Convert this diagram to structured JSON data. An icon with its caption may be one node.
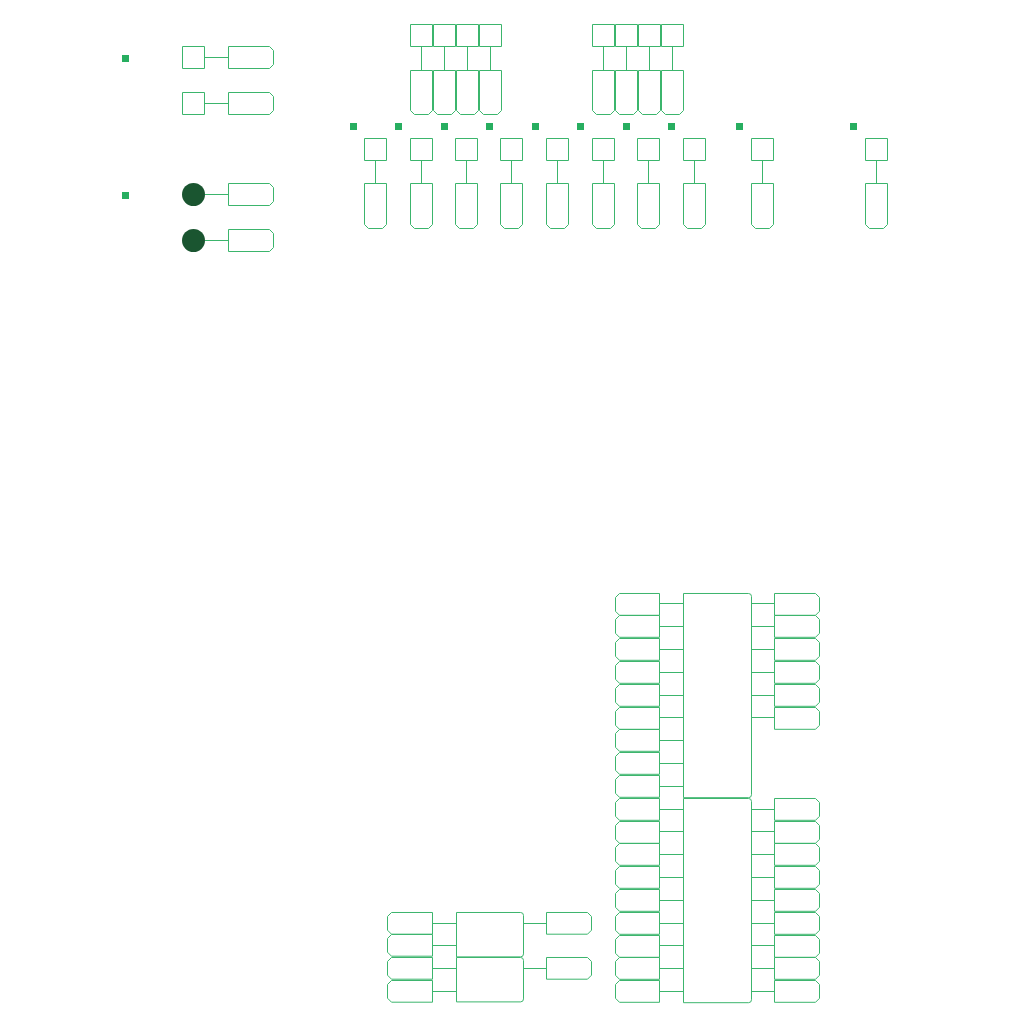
{
  "diagram": {
    "nodes": [
      {
        "text": [],
        "shape": "box"
      },
      {
        "text": [],
        "shape": "hexagon"
      },
      {
        "text": [],
        "shape": "box"
      },
      {
        "text": [],
        "shape": "hexagon"
      },
      {
        "text": [],
        "shape": "circle"
      },
      {
        "text": [],
        "shape": "hexagon"
      },
      {
        "text": [],
        "shape": "circle"
      },
      {
        "text": [],
        "shape": "hexagon"
      },
      {
        "text": [],
        "shape": "box"
      },
      {
        "text": [],
        "shape": "box"
      },
      {
        "text": [],
        "shape": "box"
      },
      {
        "text": [],
        "shape": "box"
      },
      {
        "text": [],
        "shape": "hexagon"
      },
      {
        "text": [],
        "shape": "hexagon"
      },
      {
        "text": [],
        "shape": "hexagon"
      },
      {
        "text": [],
        "shape": "hexagon"
      },
      {
        "text": [],
        "shape": "box"
      },
      {
        "text": [],
        "shape": "box"
      },
      {
        "text": [],
        "shape": "box"
      },
      {
        "text": [],
        "shape": "box"
      },
      {
        "text": [],
        "shape": "hexagon"
      },
      {
        "text": [],
        "shape": "hexagon"
      },
      {
        "text": [],
        "shape": "hexagon"
      },
      {
        "text": [],
        "shape": "hexagon"
      },
      {
        "text": [],
        "shape": "box"
      },
      {
        "text": [],
        "shape": "hexagon"
      },
      {
        "text": [],
        "shape": "box"
      },
      {
        "text": [],
        "shape": "hexagon"
      },
      {
        "text": [],
        "shape": "box"
      },
      {
        "text": [],
        "shape": "hexagon"
      },
      {
        "text": [],
        "shape": "box"
      },
      {
        "text": [],
        "shape": "hexagon"
      },
      {
        "text": [],
        "shape": "box"
      },
      {
        "text": [],
        "shape": "hexagon"
      },
      {
        "text": [],
        "shape": "box"
      },
      {
        "text": [],
        "shape": "hexagon"
      },
      {
        "text": [],
        "shape": "box"
      },
      {
        "text": [],
        "shape": "hexagon"
      },
      {
        "text": [],
        "shape": "box"
      },
      {
        "text": [],
        "shape": "hexagon"
      },
      {
        "text": [],
        "shape": "box"
      },
      {
        "text": [],
        "shape": "hexagon"
      },
      {
        "text": [],
        "shape": "box"
      },
      {
        "text": [],
        "shape": "hexagon"
      },
      {
        "text": [],
        "shape": "hexagon"
      },
      {
        "text": [],
        "shape": "hexagon"
      },
      {
        "text": [],
        "shape": "hexagon"
      },
      {
        "text": [],
        "shape": "hexagon"
      },
      {
        "text": [],
        "shape": "hexagon"
      },
      {
        "text": [],
        "shape": "hexagon"
      },
      {
        "text": [],
        "shape": "hexagon"
      },
      {
        "text": [],
        "shape": "hexagon"
      },
      {
        "text": [],
        "shape": "hexagon"
      },
      {
        "text": [],
        "shape": "box"
      },
      {
        "text": [],
        "shape": "hexagon"
      },
      {
        "text": [],
        "shape": "hexagon"
      },
      {
        "text": [],
        "shape": "hexagon"
      },
      {
        "text": [],
        "shape": "hexagon"
      },
      {
        "text": [],
        "shape": "hexagon"
      },
      {
        "text": [],
        "shape": "hexagon"
      },
      {
        "text": [],
        "shape": "hexagon"
      },
      {
        "text": [],
        "shape": "hexagon"
      },
      {
        "text": [],
        "shape": "hexagon"
      },
      {
        "text": [],
        "shape": "hexagon"
      },
      {
        "text": [],
        "shape": "hexagon"
      },
      {
        "text": [],
        "shape": "hexagon"
      },
      {
        "text": [],
        "shape": "hexagon"
      },
      {
        "text": [],
        "shape": "hexagon"
      },
      {
        "text": [],
        "shape": "hexagon"
      },
      {
        "text": [],
        "shape": "box"
      },
      {
        "text": [],
        "shape": "hexagon"
      },
      {
        "text": [],
        "shape": "hexagon"
      },
      {
        "text": [],
        "shape": "hexagon"
      },
      {
        "text": [],
        "shape": "hexagon"
      },
      {
        "text": [],
        "shape": "hexagon"
      },
      {
        "text": [],
        "shape": "hexagon"
      },
      {
        "text": [],
        "shape": "hexagon"
      },
      {
        "text": [],
        "shape": "hexagon"
      },
      {
        "text": [],
        "shape": "hexagon"
      },
      {
        "text": [],
        "shape": "hexagon"
      },
      {
        "text": [],
        "shape": "hexagon"
      },
      {
        "text": [],
        "shape": "box"
      },
      {
        "text": [],
        "shape": "hexagon"
      },
      {
        "text": [],
        "shape": "hexagon"
      },
      {
        "text": [],
        "shape": "hexagon"
      },
      {
        "text": [],
        "shape": "box"
      },
      {
        "text": [],
        "shape": "hexagon"
      }
    ],
    "edges": [
      {
        "from": 0,
        "to": 1,
        "arrow": "none"
      },
      {
        "from": 2,
        "to": 3,
        "arrow": "none"
      },
      {
        "from": 4,
        "to": 5,
        "arrow": "none"
      },
      {
        "from": 6,
        "to": 7,
        "arrow": "none"
      },
      {
        "from": 8,
        "to": 12,
        "arrow": "none"
      },
      {
        "from": 9,
        "to": 13,
        "arrow": "none"
      },
      {
        "from": 10,
        "to": 14,
        "arrow": "none"
      },
      {
        "from": 11,
        "to": 15,
        "arrow": "none"
      },
      {
        "from": 16,
        "to": 20,
        "arrow": "none"
      },
      {
        "from": 17,
        "to": 21,
        "arrow": "none"
      },
      {
        "from": 18,
        "to": 22,
        "arrow": "none"
      },
      {
        "from": 19,
        "to": 23,
        "arrow": "none"
      },
      {
        "from": 24,
        "to": 25,
        "arrow": "none"
      },
      {
        "from": 26,
        "to": 27,
        "arrow": "none"
      },
      {
        "from": 28,
        "to": 29,
        "arrow": "none"
      },
      {
        "from": 30,
        "to": 31,
        "arrow": "none"
      },
      {
        "from": 32,
        "to": 33,
        "arrow": "none"
      },
      {
        "from": 34,
        "to": 35,
        "arrow": "none"
      },
      {
        "from": 36,
        "to": 37,
        "arrow": "none"
      },
      {
        "from": 38,
        "to": 39,
        "arrow": "none"
      },
      {
        "from": 40,
        "to": 41,
        "arrow": "none"
      },
      {
        "from": 42,
        "to": 43,
        "arrow": "none"
      },
      {
        "from": 44,
        "to": 53,
        "arrow": "none"
      },
      {
        "from": 45,
        "to": 53,
        "arrow": "none"
      },
      {
        "from": 46,
        "to": 53,
        "arrow": "none"
      },
      {
        "from": 47,
        "to": 53,
        "arrow": "none"
      },
      {
        "from": 48,
        "to": 53,
        "arrow": "none"
      },
      {
        "from": 49,
        "to": 53,
        "arrow": "none"
      },
      {
        "from": 50,
        "to": 53,
        "arrow": "none"
      },
      {
        "from": 51,
        "to": 53,
        "arrow": "none"
      },
      {
        "from": 52,
        "to": 53,
        "arrow": "none"
      },
      {
        "from": 53,
        "to": 54,
        "arrow": "none"
      },
      {
        "from": 53,
        "to": 55,
        "arrow": "none"
      },
      {
        "from": 53,
        "to": 56,
        "arrow": "none"
      },
      {
        "from": 53,
        "to": 57,
        "arrow": "none"
      },
      {
        "from": 53,
        "to": 58,
        "arrow": "none"
      },
      {
        "from": 53,
        "to": 59,
        "arrow": "none"
      },
      {
        "from": 60,
        "to": 69,
        "arrow": "none"
      },
      {
        "from": 61,
        "to": 69,
        "arrow": "none"
      },
      {
        "from": 62,
        "to": 69,
        "arrow": "none"
      },
      {
        "from": 63,
        "to": 69,
        "arrow": "none"
      },
      {
        "from": 64,
        "to": 69,
        "arrow": "none"
      },
      {
        "from": 65,
        "to": 69,
        "arrow": "none"
      },
      {
        "from": 66,
        "to": 69,
        "arrow": "none"
      },
      {
        "from": 67,
        "to": 69,
        "arrow": "none"
      },
      {
        "from": 68,
        "to": 69,
        "arrow": "none"
      },
      {
        "from": 69,
        "to": 70,
        "arrow": "none"
      },
      {
        "from": 69,
        "to": 71,
        "arrow": "none"
      },
      {
        "from": 69,
        "to": 72,
        "arrow": "none"
      },
      {
        "from": 69,
        "to": 73,
        "arrow": "none"
      },
      {
        "from": 69,
        "to": 74,
        "arrow": "none"
      },
      {
        "from": 69,
        "to": 75,
        "arrow": "none"
      },
      {
        "from": 69,
        "to": 76,
        "arrow": "none"
      },
      {
        "from": 69,
        "to": 77,
        "arrow": "none"
      },
      {
        "from": 69,
        "to": 78,
        "arrow": "none"
      },
      {
        "from": 79,
        "to": 81,
        "arrow": "none"
      },
      {
        "from": 80,
        "to": 81,
        "arrow": "none"
      },
      {
        "from": 81,
        "to": 82,
        "arrow": "none"
      },
      {
        "from": 83,
        "to": 85,
        "arrow": "none"
      },
      {
        "from": 84,
        "to": 85,
        "arrow": "none"
      },
      {
        "from": 85,
        "to": 86,
        "arrow": "none"
      }
    ]
  }
}
